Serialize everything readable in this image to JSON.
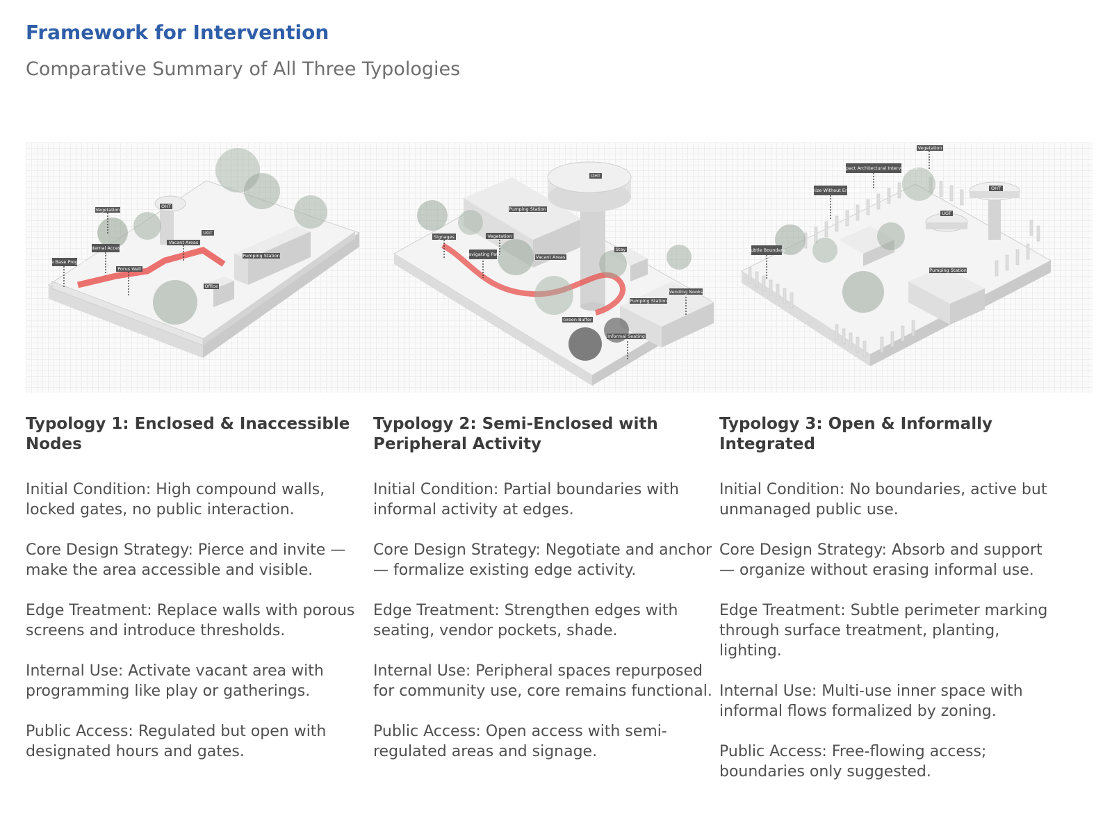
{
  "header": {
    "title": "Framework for Intervention",
    "subtitle": "Comparative Summary of All Three Typologies"
  },
  "diagrams": [
    {
      "labels": [
        "Vegetation",
        "OHT",
        "UGT",
        "Vacant Areas",
        "Internal Access",
        "Edge Base Program",
        "Porus Wall",
        "Pumping Station",
        "Office"
      ]
    },
    {
      "labels": [
        "OHT",
        "Pumping Station",
        "Signages",
        "Vegetation",
        "Navigating Path",
        "Vacant Areas",
        "Stay",
        "Vending Nooks",
        "Pumping Station",
        "Green Buffer",
        "Informal Seating"
      ]
    },
    {
      "labels": [
        "Vegetation",
        "Low-Impact Architectural Interventions",
        "Organize Without Erasure",
        "OHT",
        "UGT",
        "Subtle Boundary",
        "Pumping Station"
      ]
    }
  ],
  "colors": {
    "title": "#2f5ea8",
    "path_highlight": "#e8504c",
    "block": "#e3e3e3"
  },
  "typologies": [
    {
      "heading": "Typology 1: Enclosed & Inaccessible Nodes",
      "items": [
        "Initial Condition: High compound walls, locked gates, no public interaction.",
        "Core Design Strategy: Pierce and invite — make the area accessible and visible.",
        "Edge Treatment: Replace walls with porous screens and introduce thresholds.",
        "Internal Use: Activate vacant area with programming like play or gatherings.",
        "Public Access: Regulated but open with designated hours and gates."
      ]
    },
    {
      "heading": "Typology 2: Semi-Enclosed with Peripheral Activity",
      "items": [
        "Initial Condition: Partial boundaries with informal activity at edges.",
        "Core Design Strategy: Negotiate and anchor — formalize existing edge activity.",
        "Edge Treatment: Strengthen edges with seating, vendor pockets, shade.",
        "Internal Use: Peripheral spaces repurposed for community use, core remains functional.",
        "Public Access: Open access with semi-regulated areas and signage."
      ]
    },
    {
      "heading": "Typology 3: Open & Informally Integrated",
      "items": [
        "Initial Condition: No boundaries, active but unmanaged public use.",
        "Core Design Strategy: Absorb and support — organize without erasing informal use.",
        "Edge Treatment: Subtle perimeter marking through surface treatment, planting, lighting.",
        "Internal Use: Multi-use inner space with informal flows formalized by zoning.",
        "Public Access: Free-flowing access; boundaries only suggested."
      ]
    }
  ]
}
